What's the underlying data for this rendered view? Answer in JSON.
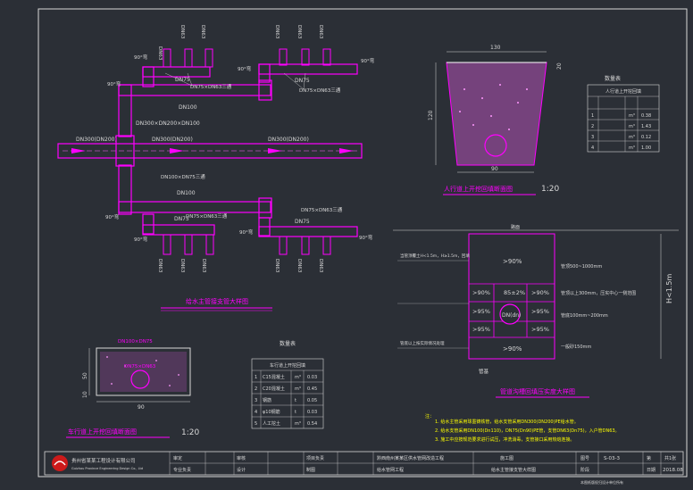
{
  "colors": {
    "background": "#2b2f36",
    "frame": "#d8d8d8",
    "pipe": "#ff00ff",
    "label": "#d8d8d8",
    "section_hatch": "#ff66ff",
    "note_yellow": "#ffff00",
    "cyan": "#00e5ff",
    "green": "#00ff66"
  },
  "pipe_plan": {
    "main_pipe_labels": [
      "DN300(DN200)",
      "DN300(DN200)",
      "DN300(DN200)"
    ],
    "tee_label": "DN300×DN200×DN100",
    "upper_branch": {
      "vertical_label": "DN100",
      "reducers": [
        "DN75×DN63三通",
        "DN75×DN63三通"
      ],
      "sub_labels": [
        "DN75",
        "DN75"
      ],
      "elbows": [
        "90°弯",
        "90°弯",
        "90°弯",
        "90°弯"
      ],
      "outlets": [
        "DN63",
        "DN63",
        "DN63",
        "DN63",
        "DN63",
        "DN63"
      ]
    },
    "lower_branch": {
      "vertical_label": "DN100",
      "reducer_top": "DN100×DN75三通",
      "reducers": [
        "DN75×DN63三通",
        "DN75×DN63三通"
      ],
      "sub_labels": [
        "DN75",
        "DN75"
      ],
      "elbows": [
        "90°弯",
        "90°弯",
        "90°弯",
        "90°弯"
      ],
      "outlets": [
        "DN63",
        "DN63",
        "DN63",
        "DN63",
        "DN63",
        "DN63"
      ]
    },
    "title": "给水主管接支管大样图"
  },
  "section_top": {
    "dims": {
      "top": "130",
      "bottom": "90",
      "height": "120",
      "right": "20"
    },
    "title": "人行道上开挖回填断面图",
    "scale": "1:20"
  },
  "qty_table_top": {
    "title": "数量表",
    "header": "人行道上开挖回填",
    "rows": [
      [
        "1",
        "",
        "m³",
        "0.38"
      ],
      [
        "2",
        "",
        "m³",
        "1.43"
      ],
      [
        "3",
        "",
        "m³",
        "0.12"
      ],
      [
        "4",
        "",
        "m³",
        "1.00"
      ]
    ]
  },
  "trench": {
    "header": "路面",
    "h_label": "H<1.5m",
    "cells": [
      ">90%",
      ">90%",
      "85±2%",
      ">90%",
      ">95%",
      ">95%",
      ">95%",
      ">95%",
      ">90%"
    ],
    "pipe_label": "DN(dn)",
    "right_notes": [
      "管顶500~1000mm",
      "管顶以上300mm，压实中心一侧范围",
      "管底100mm~200mm",
      "一般砂150mm"
    ],
    "bottom_label": "管基",
    "title": "管道沟槽回填压实度大样图"
  },
  "section_bottom": {
    "label_top": "DN100×DN75",
    "label_mid": "DN75×DN63",
    "dims": {
      "width": "90",
      "h1": "50",
      "h2": "10"
    },
    "title": "车行道上开挖回填断面图",
    "scale": "1:20"
  },
  "qty_table_bottom": {
    "title": "数量表",
    "header": "车行道上开挖回填",
    "rows": [
      [
        "1",
        "C15混凝土",
        "m³",
        "0.03"
      ],
      [
        "2",
        "C20混凝土",
        "m³",
        "0.45"
      ],
      [
        "3",
        "钢筋",
        "t",
        "0.05"
      ],
      [
        "4",
        "φ10钢筋",
        "t",
        "0.03"
      ],
      [
        "5",
        "人工挖土",
        "m³",
        "0.54"
      ]
    ]
  },
  "notes": {
    "label": "注：",
    "lines": [
      "1. 给水主管采用球墨铸铁管，给水支管采用DN300(DN200)PE给水管。",
      "2. 给水支管采用DN100(Dn110)，DN75(Dn90)PE管，支管DN63(Dn75)，入户管DN63。",
      "3. 施工中应按规范要求进行试压，冲洗消毒，支管接口采用热熔连接。"
    ],
    "side_lines": [
      "当管顶覆土H<1.5m，H≥1.5m，回填",
      "管底以上按实际情况处理"
    ]
  },
  "title_block": {
    "company": "贵州省某某工程设计有限公司",
    "company_en": "Guizhou Province Engineering Design Co., Ltd",
    "project": "黔西南州某某区供水管网改造工程",
    "project_sub": "给水管网工程",
    "drawing": "给水主管接支管大样图",
    "drawing_no_label": "图号",
    "drawing_no": "S-03-3",
    "sheet_label": "第",
    "sheet": "共1张",
    "date_label": "日期",
    "date": "2018.08",
    "phase_label": "阶段",
    "phase": "施工图",
    "roles": [
      "审定",
      "审核",
      "项目负责",
      "专业负责",
      "设计",
      "制图"
    ],
    "footer": "本图纸版权归设计单位所有"
  }
}
